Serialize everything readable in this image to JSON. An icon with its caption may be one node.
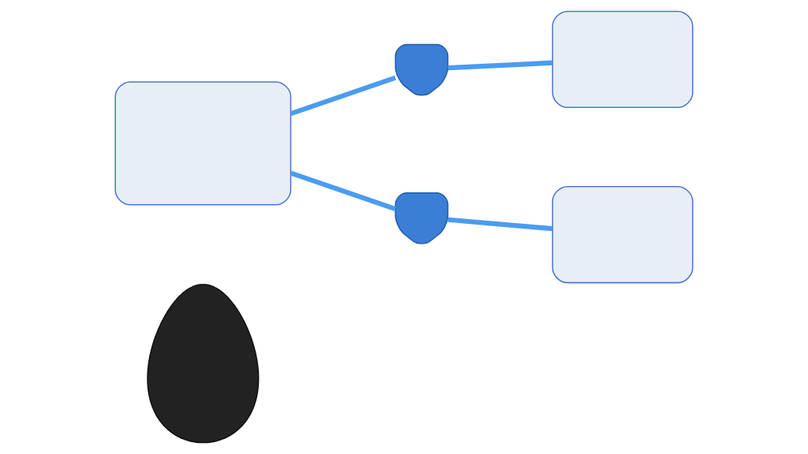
{
  "diagram": {
    "nodes": [
      {
        "text": [],
        "shape": "person"
      },
      {
        "text": [],
        "shape": "box"
      },
      {
        "text": [],
        "shape": "shield"
      },
      {
        "text": [],
        "shape": "box"
      },
      {
        "text": [],
        "shape": "shield"
      },
      {
        "text": [],
        "shape": "box"
      }
    ],
    "edges": [
      {
        "from": 1,
        "to": 2,
        "arrow": "none"
      },
      {
        "from": 2,
        "to": 3,
        "arrow": "none"
      },
      {
        "from": 1,
        "to": 4,
        "arrow": "none"
      },
      {
        "from": 4,
        "to": 5,
        "arrow": "none"
      }
    ]
  }
}
